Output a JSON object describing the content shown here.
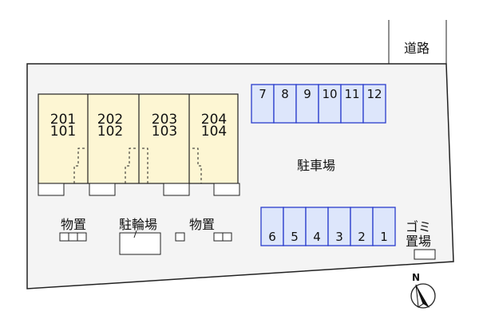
{
  "road_label": "道路",
  "parking_label": "駐車場",
  "units": [
    {
      "upper": "201",
      "lower": "101"
    },
    {
      "upper": "202",
      "lower": "102"
    },
    {
      "upper": "203",
      "lower": "103"
    },
    {
      "upper": "204",
      "lower": "104"
    }
  ],
  "parking_top": [
    "7",
    "8",
    "9",
    "10",
    "11",
    "12"
  ],
  "parking_bottom": [
    "6",
    "5",
    "4",
    "3",
    "2",
    "1"
  ],
  "storage_left_label": "物置",
  "bike_parking_label": "駐輪場",
  "storage_right_label": "物置",
  "garbage_line1": "ゴミ",
  "garbage_line2": "置場",
  "north_label": "N",
  "colors": {
    "building_fill": "#fdf6d3",
    "parking_fill": "#dde6fb",
    "parking_stroke": "#2a3ccc",
    "site_fill": "#f4f4f4",
    "line": "#222222"
  }
}
